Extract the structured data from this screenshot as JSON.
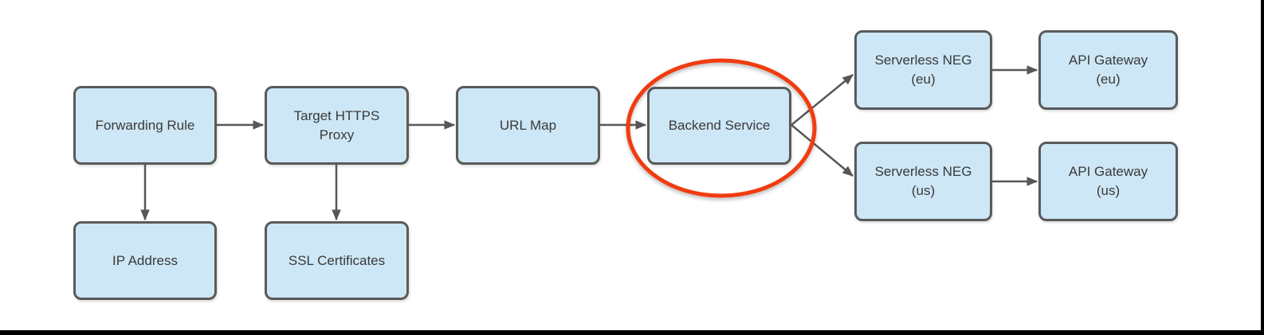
{
  "colors": {
    "node_fill": "#CDE7F6",
    "node_border": "#5A5A5A",
    "node_text": "#3A3A3A",
    "connector": "#575757",
    "highlight": "#F13C10",
    "frame_line": "#000000"
  },
  "nodes": {
    "forwarding_rule": {
      "label": "Forwarding Rule"
    },
    "target_https_proxy": {
      "label": "Target HTTPS\nProxy"
    },
    "url_map": {
      "label": "URL Map"
    },
    "backend_service": {
      "label": "Backend Service"
    },
    "ip_address": {
      "label": "IP Address"
    },
    "ssl_certificates": {
      "label": "SSL Certificates"
    },
    "serverless_neg_eu": {
      "label": "Serverless NEG\n(eu)"
    },
    "api_gateway_eu": {
      "label": "API Gateway\n(eu)"
    },
    "serverless_neg_us": {
      "label": "Serverless NEG\n(us)"
    },
    "api_gateway_us": {
      "label": "API Gateway\n(us)"
    }
  },
  "edges": [
    {
      "from": "Forwarding Rule",
      "to": "Target HTTPS Proxy"
    },
    {
      "from": "Target HTTPS Proxy",
      "to": "URL Map"
    },
    {
      "from": "URL Map",
      "to": "Backend Service"
    },
    {
      "from": "Backend Service",
      "to": "Serverless NEG (eu)"
    },
    {
      "from": "Backend Service",
      "to": "Serverless NEG (us)"
    },
    {
      "from": "Serverless NEG (eu)",
      "to": "API Gateway (eu)"
    },
    {
      "from": "Serverless NEG (us)",
      "to": "API Gateway (us)"
    },
    {
      "from": "Forwarding Rule",
      "to": "IP Address"
    },
    {
      "from": "Target HTTPS Proxy",
      "to": "SSL Certificates"
    }
  ],
  "annotation": {
    "type": "ellipse",
    "around": "Backend Service",
    "color": "#F13C10"
  }
}
